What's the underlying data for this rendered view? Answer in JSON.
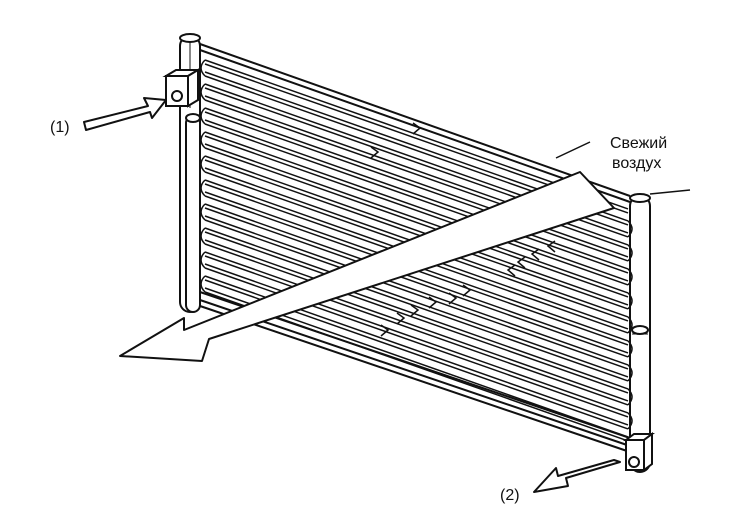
{
  "labels": {
    "inlet": "(1)",
    "outlet": "(2)",
    "air_line1": "Свежий",
    "air_line2": "воздух"
  },
  "colors": {
    "ink": "#111111",
    "background": "#ffffff"
  }
}
